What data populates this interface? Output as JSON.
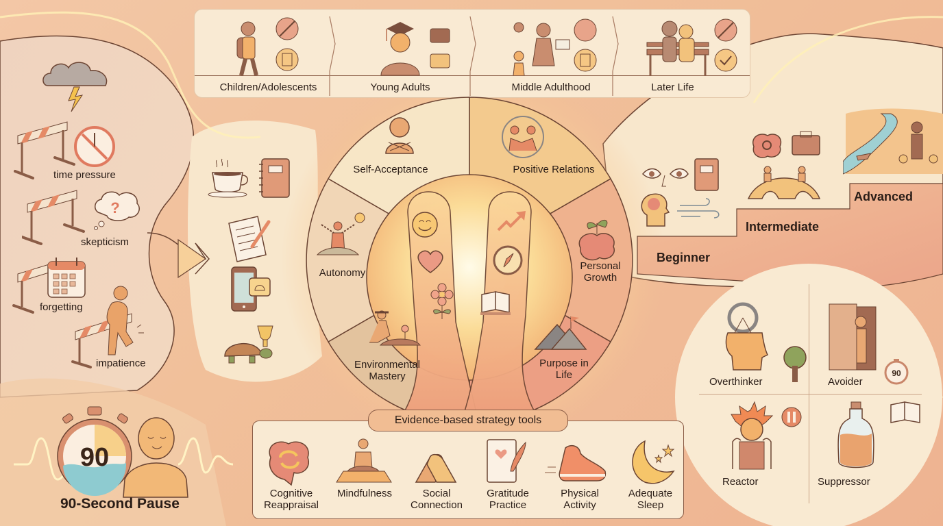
{
  "colors": {
    "background": "#f1c09a",
    "panel_light": "#f8e9d2",
    "outline": "#6b4433",
    "accent": "#e39a78",
    "glow": "#fff3c4"
  },
  "life_stages": {
    "items": [
      {
        "label": "Children/Adolescents",
        "icons": [
          "child-backpack-icon",
          "no-isolation-icon",
          "clipboard-icon"
        ]
      },
      {
        "label": "Young Adults",
        "icons": [
          "graduate-icon",
          "briefcase-icon",
          "briefcase-icon"
        ]
      },
      {
        "label": "Middle Adulthood",
        "icons": [
          "parent-family-icon",
          "group-icon",
          "checklist-icon"
        ]
      },
      {
        "label": "Later Life",
        "icons": [
          "elderly-couple-bench-icon",
          "no-fall-icon",
          "checkmark-icon"
        ]
      }
    ]
  },
  "barriers": {
    "items": [
      {
        "label": "time pressure",
        "icon": "no-clock-icon"
      },
      {
        "label": "skepticism",
        "icon": "question-thought-icon"
      },
      {
        "label": "forgetting",
        "icon": "calendar-icon"
      },
      {
        "label": "impatience",
        "icon": "person-climbing-hurdle-icon"
      }
    ],
    "top_icon": "storm-cloud-icon"
  },
  "solutions": {
    "icons": [
      "coffee-cup-icon",
      "notebook-icon",
      "checklist-pen-icon",
      "phone-reminder-icon",
      "turtle-trophy-icon"
    ]
  },
  "wellbeing_wheel": {
    "segments": [
      {
        "label": "Self-Acceptance",
        "icon": "self-hug-icon"
      },
      {
        "label": "Positive Relations",
        "icon": "handshake-cycle-icon"
      },
      {
        "label": "Personal Growth",
        "icon": "brain-sprout-icon"
      },
      {
        "label": "Purpose in Life",
        "icon": "mountain-flag-icon"
      },
      {
        "label": "Environmental Mastery",
        "icon": "gardener-icon"
      },
      {
        "label": "Autonomy",
        "icon": "breaking-chains-icon"
      }
    ],
    "hedonic_icons": [
      "smile-icon",
      "heart-icon",
      "flower-icon"
    ],
    "eudaimonic_icons": [
      "trend-up-icon",
      "compass-icon",
      "open-book-icon"
    ]
  },
  "skill_levels": {
    "items": [
      {
        "label": "Beginner",
        "icons": [
          "observe-eyes-icon",
          "journal-icon",
          "head-brain-icon",
          "breath-wind-icon"
        ]
      },
      {
        "label": "Intermediate",
        "icons": [
          "brain-gear-icon",
          "toolkit-icon",
          "bridge-people-icon"
        ]
      },
      {
        "label": "Advanced",
        "icons": [
          "river-guide-icon"
        ]
      }
    ]
  },
  "profiles": {
    "items": [
      {
        "label": "Overthinker",
        "icons": [
          "hamster-wheel-head-icon",
          "tree-icon"
        ]
      },
      {
        "label": "Avoider",
        "icons": [
          "hiding-person-icon",
          "timer-90-icon"
        ],
        "timer_text": "90"
      },
      {
        "label": "Reactor",
        "icons": [
          "exploding-head-icon",
          "pause-icon"
        ]
      },
      {
        "label": "Suppressor",
        "icons": [
          "bottled-emotion-icon",
          "open-book-icon"
        ]
      }
    ]
  },
  "strategy_tools": {
    "title": "Evidence-based strategy tools",
    "items": [
      {
        "label_1": "Cognitive",
        "label_2": "Reappraisal",
        "icon": "brain-cycle-icon"
      },
      {
        "label_1": "Mindfulness",
        "label_2": "",
        "icon": "meditation-icon"
      },
      {
        "label_1": "Social",
        "label_2": "Connection",
        "icon": "clasped-hands-icon"
      },
      {
        "label_1": "Gratitude",
        "label_2": "Practice",
        "icon": "journal-quill-icon"
      },
      {
        "label_1": "Physical",
        "label_2": "Activity",
        "icon": "running-shoe-icon"
      },
      {
        "label_1": "Adequate",
        "label_2": "Sleep",
        "icon": "moon-stars-icon"
      }
    ]
  },
  "pause": {
    "label": "90-Second Pause",
    "timer_text": "90"
  }
}
